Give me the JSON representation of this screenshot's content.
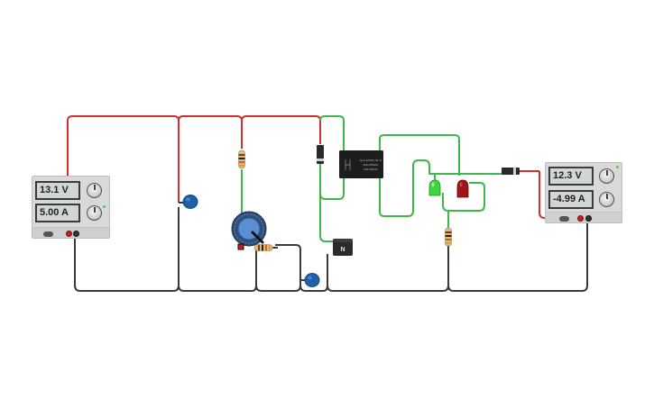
{
  "supply_left": {
    "voltage": "13.1 V",
    "current": "5.00 A"
  },
  "supply_right": {
    "voltage": "12.3 V",
    "current": "-4.99 A"
  },
  "relay": {
    "label_lines": [
      "SLA-12VDC-SL-C",
      "30A 250VAC",
      "30A 30VDC"
    ]
  },
  "transistor": {
    "label": "N"
  },
  "colors": {
    "positive_wire": "#d32f2f",
    "negative_wire": "#3a3a3a",
    "signal_wire": "#3cb94a",
    "capacitor": "#1f5fa8",
    "led_green": "#3ed43e",
    "led_red": "#b01818"
  }
}
